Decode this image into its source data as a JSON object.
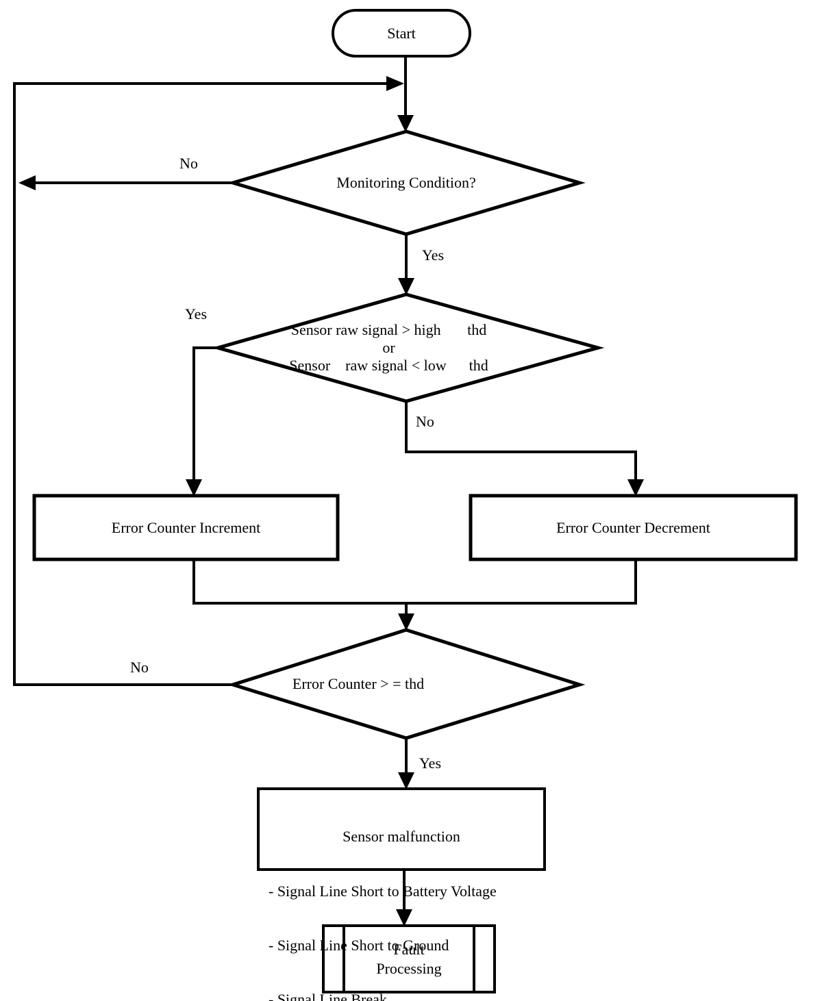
{
  "canvas": {
    "background": "#ffffff",
    "stroke": "#000000"
  },
  "nodes": {
    "start": {
      "label": "Start"
    },
    "monitoring_condition": {
      "label": "Monitoring Condition?"
    },
    "signal_threshold": {
      "line1": "Sensor raw signal > high       thd",
      "line2": "or",
      "line3": "Sensor    raw signal < low      thd"
    },
    "error_counter_increment": {
      "label": "Error Counter Increment"
    },
    "error_counter_decrement": {
      "label": "Error Counter Decrement"
    },
    "error_counter_threshold": {
      "label": "Error Counter > = thd"
    },
    "sensor_malfunction": {
      "title": "Sensor malfunction",
      "items": [
        "- Signal Line Short to Battery Voltage",
        "- Signal Line Short to Ground",
        "- Signal Line Break"
      ]
    },
    "fault_processing": {
      "line1": "Fault",
      "line2": "Processing"
    }
  },
  "edge_labels": {
    "monitoring_no": "No",
    "monitoring_yes": "Yes",
    "signal_yes": "Yes",
    "signal_no": "No",
    "counter_no": "No",
    "counter_yes": "Yes"
  }
}
